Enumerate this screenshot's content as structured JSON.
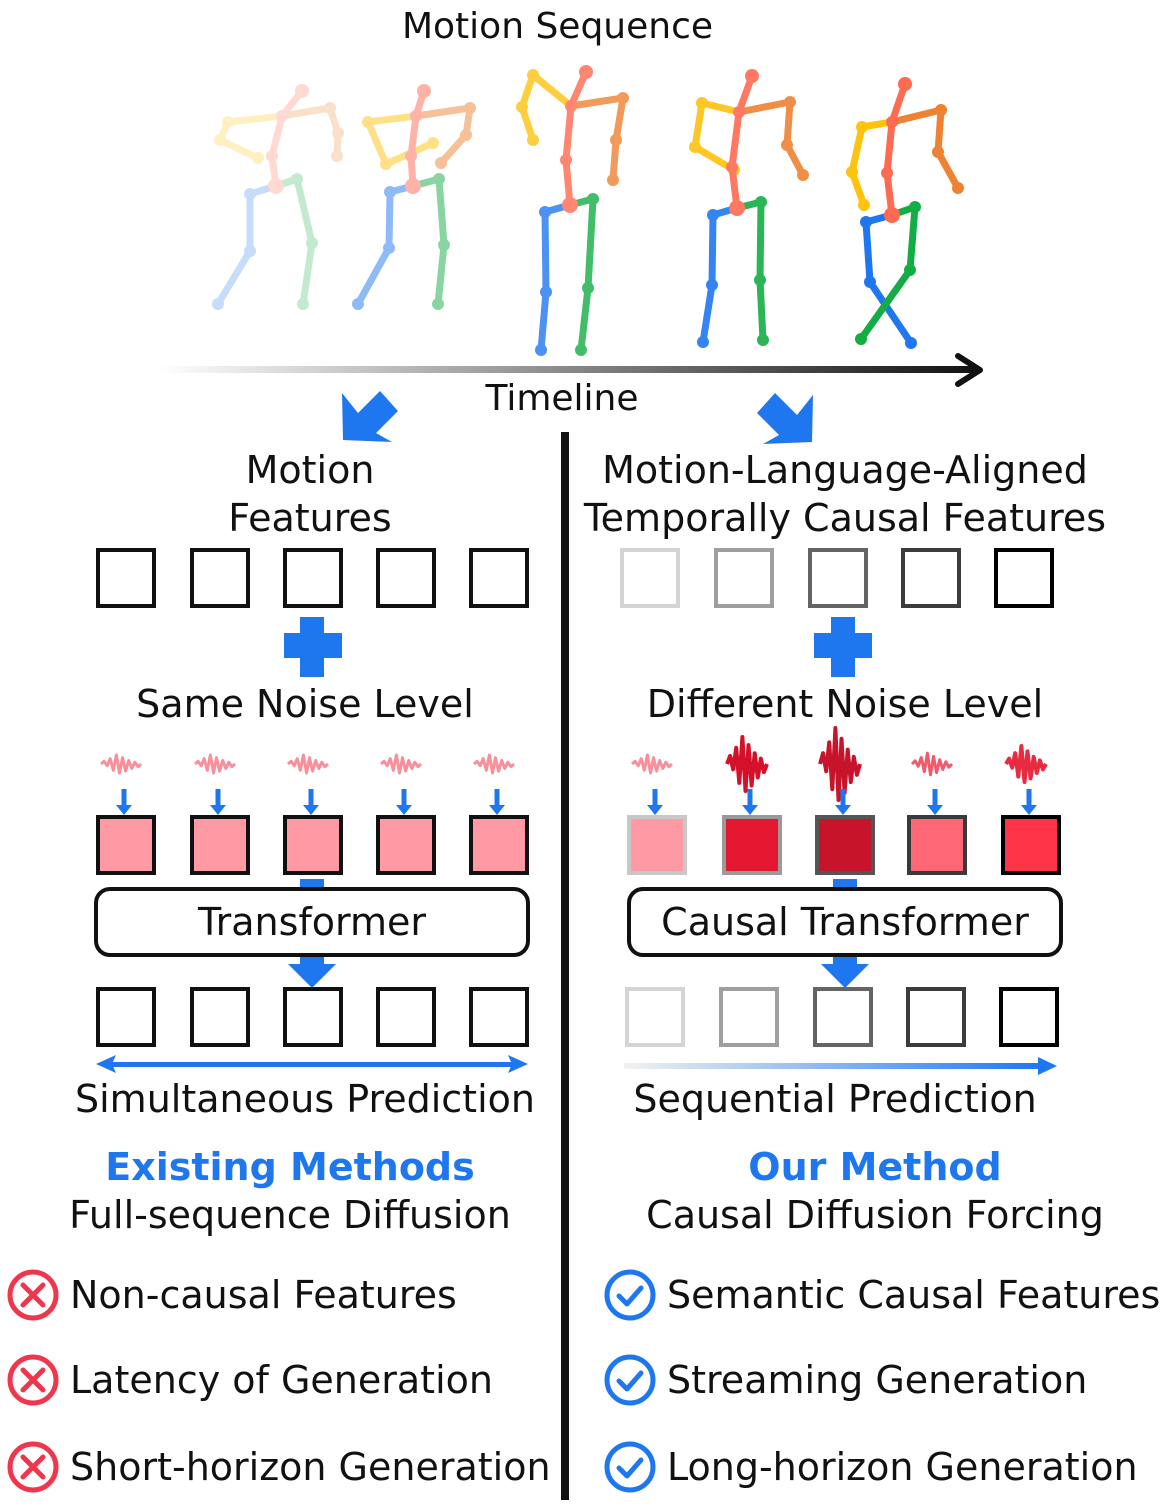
{
  "header": {
    "title": "Motion Sequence",
    "timeline_label": "Timeline"
  },
  "skeleton_frames": 5,
  "left": {
    "features_title_line1": "Motion",
    "features_title_line2": "Features",
    "noise_label": "Same Noise Level",
    "transformer_label": "Transformer",
    "prediction_label": "Simultaneous Prediction",
    "method_title": "Existing Methods",
    "method_subtitle": "Full-sequence Diffusion",
    "feature_border_colors": [
      "#111111",
      "#111111",
      "#111111",
      "#111111",
      "#111111"
    ],
    "noisy_fill_colors": [
      "#ff9aa4",
      "#ff9aa4",
      "#ff9aa4",
      "#ff9aa4",
      "#ff9aa4"
    ],
    "noise_colors": [
      "#f8909c",
      "#f8909c",
      "#f8909c",
      "#f8909c",
      "#f8909c"
    ],
    "noise_levels": [
      1,
      1,
      1,
      1,
      1
    ],
    "items": [
      {
        "icon": "x-circle-icon",
        "label": "Non-causal Features"
      },
      {
        "icon": "x-circle-icon",
        "label": "Latency of Generation"
      },
      {
        "icon": "x-circle-icon",
        "label": "Short-horizon Generation"
      }
    ]
  },
  "right": {
    "features_title_line1": "Motion-Language-Aligned",
    "features_title_line2": "Temporally Causal Features",
    "noise_label": "Different Noise Level",
    "transformer_label": "Causal Transformer",
    "prediction_label": "Sequential Prediction",
    "method_title": "Our Method",
    "method_subtitle": "Causal Diffusion Forcing",
    "feature_border_colors": [
      "#d4d4d4",
      "#9e9e9e",
      "#646464",
      "#3c3c3c",
      "#000000"
    ],
    "noisy_fill_colors": [
      "#ff9aa4",
      "#e3172f",
      "#c8142a",
      "#ff6676",
      "#ff3348"
    ],
    "noise_colors": [
      "#f8909c",
      "#d4112a",
      "#c8142a",
      "#f25a6c",
      "#ea2a40"
    ],
    "noise_levels": [
      1,
      3,
      4,
      1.2,
      2
    ],
    "items": [
      {
        "icon": "check-circle-icon",
        "label": "Semantic Causal Features"
      },
      {
        "icon": "check-circle-icon",
        "label": "Streaming Generation"
      },
      {
        "icon": "check-circle-icon",
        "label": "Long-horizon Generation"
      }
    ]
  },
  "colors": {
    "accent_blue": "#1f77f0",
    "cross_red": "#f0364d",
    "check_blue": "#1f77f0"
  }
}
